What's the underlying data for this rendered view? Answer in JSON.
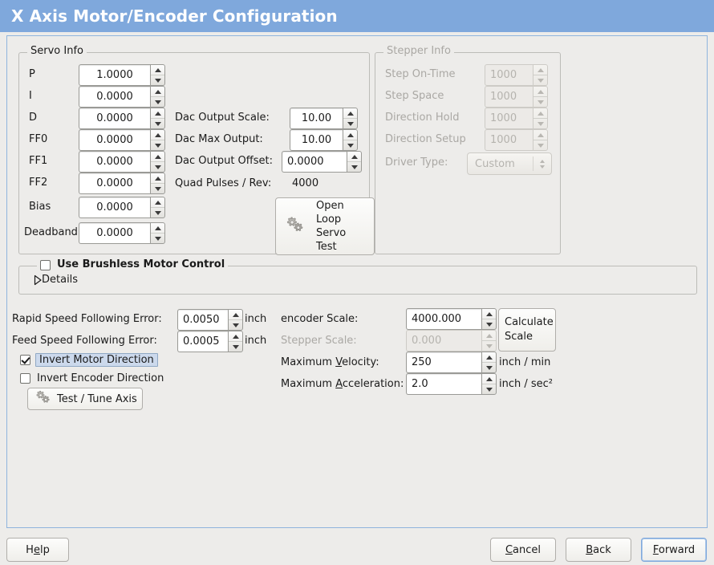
{
  "window": {
    "title": "X Axis Motor/Encoder Configuration"
  },
  "servo": {
    "legend": "Servo Info",
    "fields": [
      {
        "label": "P",
        "value": "1.0000"
      },
      {
        "label": "I",
        "value": "0.0000"
      },
      {
        "label": "D",
        "value": "0.0000"
      },
      {
        "label": "FF0",
        "value": "0.0000"
      },
      {
        "label": "FF1",
        "value": "0.0000"
      },
      {
        "label": "FF2",
        "value": "0.0000"
      },
      {
        "label": "Bias",
        "value": "0.0000"
      },
      {
        "label": "Deadband",
        "value": "0.0000"
      }
    ],
    "dac_output_scale_label": "Dac Output Scale:",
    "dac_output_scale_value": "10.00",
    "dac_max_output_label": "Dac Max Output:",
    "dac_max_output_value": "10.00",
    "dac_output_offset_label": "Dac Output Offset:",
    "dac_output_offset_value": "0.0000",
    "quad_pulses_label": "Quad Pulses / Rev:",
    "quad_pulses_value": "4000",
    "open_loop_button": "Open\nLoop\nServo\nTest",
    "open_loop_lines": [
      "Open",
      "Loop",
      "Servo",
      "Test"
    ]
  },
  "stepper": {
    "legend": "Stepper Info",
    "fields": [
      {
        "label": "Step On-Time",
        "value": "1000"
      },
      {
        "label": "Step Space",
        "value": "1000"
      },
      {
        "label": "Direction Hold",
        "value": "1000"
      },
      {
        "label": "Direction Setup",
        "value": "1000"
      }
    ],
    "driver_type_label": "Driver Type:",
    "driver_type_value": "Custom",
    "driver_type_options": [
      "Custom"
    ],
    "disabled": true
  },
  "brushless": {
    "checkbox_label": "Use Brushless Motor Control",
    "checked": false,
    "details_label": "Details",
    "details_expanded": false
  },
  "tuning": {
    "rapid_following_error_label": "Rapid Speed Following Error:",
    "rapid_following_error_value": "0.0050",
    "rapid_following_error_unit": "inch",
    "feed_following_error_label": "Feed Speed Following Error:",
    "feed_following_error_value": "0.0005",
    "feed_following_error_unit": "inch",
    "invert_motor_label": "Invert Motor Direction",
    "invert_motor_checked": true,
    "invert_encoder_label": "Invert Encoder Direction",
    "invert_encoder_checked": false,
    "test_tune_button": "Test / Tune Axis"
  },
  "scale": {
    "encoder_scale_label": "encoder Scale:",
    "encoder_scale_value": "4000.000",
    "stepper_scale_label": "Stepper Scale:",
    "stepper_scale_value": "0.000",
    "stepper_scale_disabled": true,
    "calculate_button_lines": [
      "Calculate",
      "Scale"
    ],
    "max_velocity_label_pre": "Maximum ",
    "max_velocity_label_mn": "V",
    "max_velocity_label_post": "elocity:",
    "max_velocity_value": "250",
    "max_velocity_unit": "inch / min",
    "max_accel_label_pre": "Maximum ",
    "max_accel_label_mn": "A",
    "max_accel_label_post": "cceleration:",
    "max_accel_value": "2.0",
    "max_accel_unit": "inch / sec²"
  },
  "footer": {
    "help_pre": "H",
    "help_mn": "e",
    "help_post": "lp",
    "cancel_pre": "",
    "cancel_mn": "C",
    "cancel_post": "ancel",
    "back_pre": "",
    "back_mn": "B",
    "back_post": "ack",
    "forward_pre": "",
    "forward_mn": "F",
    "forward_post": "orward"
  },
  "colors": {
    "titlebar": "#7fa8dc",
    "background": "#edecea",
    "frame_border": "#8fb4dd",
    "focus_highlight": "#ccd9ec"
  }
}
